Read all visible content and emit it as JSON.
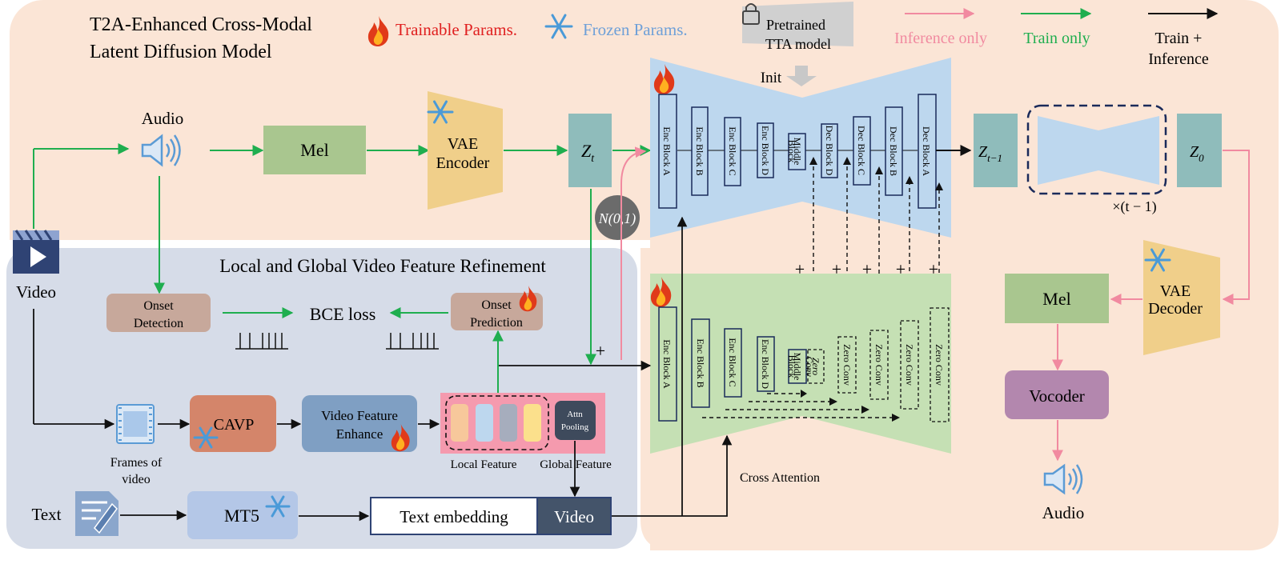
{
  "title": {
    "line1": "T2A-Enhanced Cross-Modal",
    "line2": "Latent Diffusion Model"
  },
  "legend": {
    "trainable": "Trainable Params.",
    "frozen": "Frozen Params.",
    "inference_only": "Inference only",
    "train_only": "Train only",
    "train_inference_1": "Train +",
    "train_inference_2": "Inference"
  },
  "pretrained": {
    "line1": "Pretrained",
    "line2": "TTA model",
    "init": "Init"
  },
  "audio_in": "Audio",
  "video": "Video",
  "mel": "Mel",
  "vae_encoder": {
    "line1": "VAE",
    "line2": "Encoder"
  },
  "zt": "Z",
  "zt_sub": "t",
  "noise": "N(0,1)",
  "unet_top": {
    "enc": [
      "Enc Block A",
      "Enc Block B",
      "Enc Block C",
      "Enc Block D"
    ],
    "middle": [
      "Middle",
      "Block"
    ],
    "dec": [
      "Dec Block D",
      "Dec Block C",
      "Dec Block B",
      "Dec Block A"
    ]
  },
  "unet_bottom": {
    "enc": [
      "Enc Block A",
      "Enc Block B",
      "Enc Block C",
      "Enc Block D"
    ],
    "middle": [
      "Middle",
      "Block"
    ],
    "zero_small": [
      "Zero",
      "Conv"
    ],
    "zero": [
      "Zero Conv",
      "Zero Conv",
      "Zero Conv",
      "Zero Conv"
    ]
  },
  "plus": "+",
  "zt1": "Z",
  "zt1_sub": "t−1",
  "repeat": "×(t − 1)",
  "z0": "Z",
  "z0_sub": "0",
  "vae_decoder": {
    "line1": "VAE",
    "line2": "Decoder"
  },
  "mel_out": "Mel",
  "vocoder": "Vocoder",
  "audio_out": "Audio",
  "refine_title": "Local and Global Video Feature Refinement",
  "onset_detection": {
    "line1": "Onset",
    "line2": "Detection"
  },
  "bce_loss": "BCE loss",
  "onset_prediction": {
    "line1": "Onset",
    "line2": "Prediction"
  },
  "frames_of_video": {
    "line1": "Frames of",
    "line2": "video"
  },
  "cavp": "CAVP",
  "video_feature_enhance": {
    "line1": "Video Feature",
    "line2": "Enhance"
  },
  "attn_pooling": {
    "line1": "Attn",
    "line2": "Pooling"
  },
  "local_feature": "Local Feature",
  "global_feature": "Global Feature",
  "text": "Text",
  "mt5": "MT5",
  "text_embedding": "Text embedding",
  "video_token": "Video",
  "cross_attention": "Cross Attention",
  "colors": {
    "salmon_bg": "#fbe5d6",
    "blue_panel": "#d6dce8",
    "unet_blue": "#bdd7ee",
    "unet_green": "#c5e0b4",
    "mel_green": "#a9c68f",
    "vae_orange": "#f0cf8a",
    "latent_teal": "#8fbcbb",
    "onset_brown": "#c7a89b",
    "cavp_orange": "#d4856a",
    "enhance_blue": "#7f9fc3",
    "pink_feature": "#f59aae",
    "vocoder_purple": "#b387ae",
    "train_green": "#1fae4f",
    "infer_pink": "#f18aa0",
    "video_token": "#44546a"
  }
}
